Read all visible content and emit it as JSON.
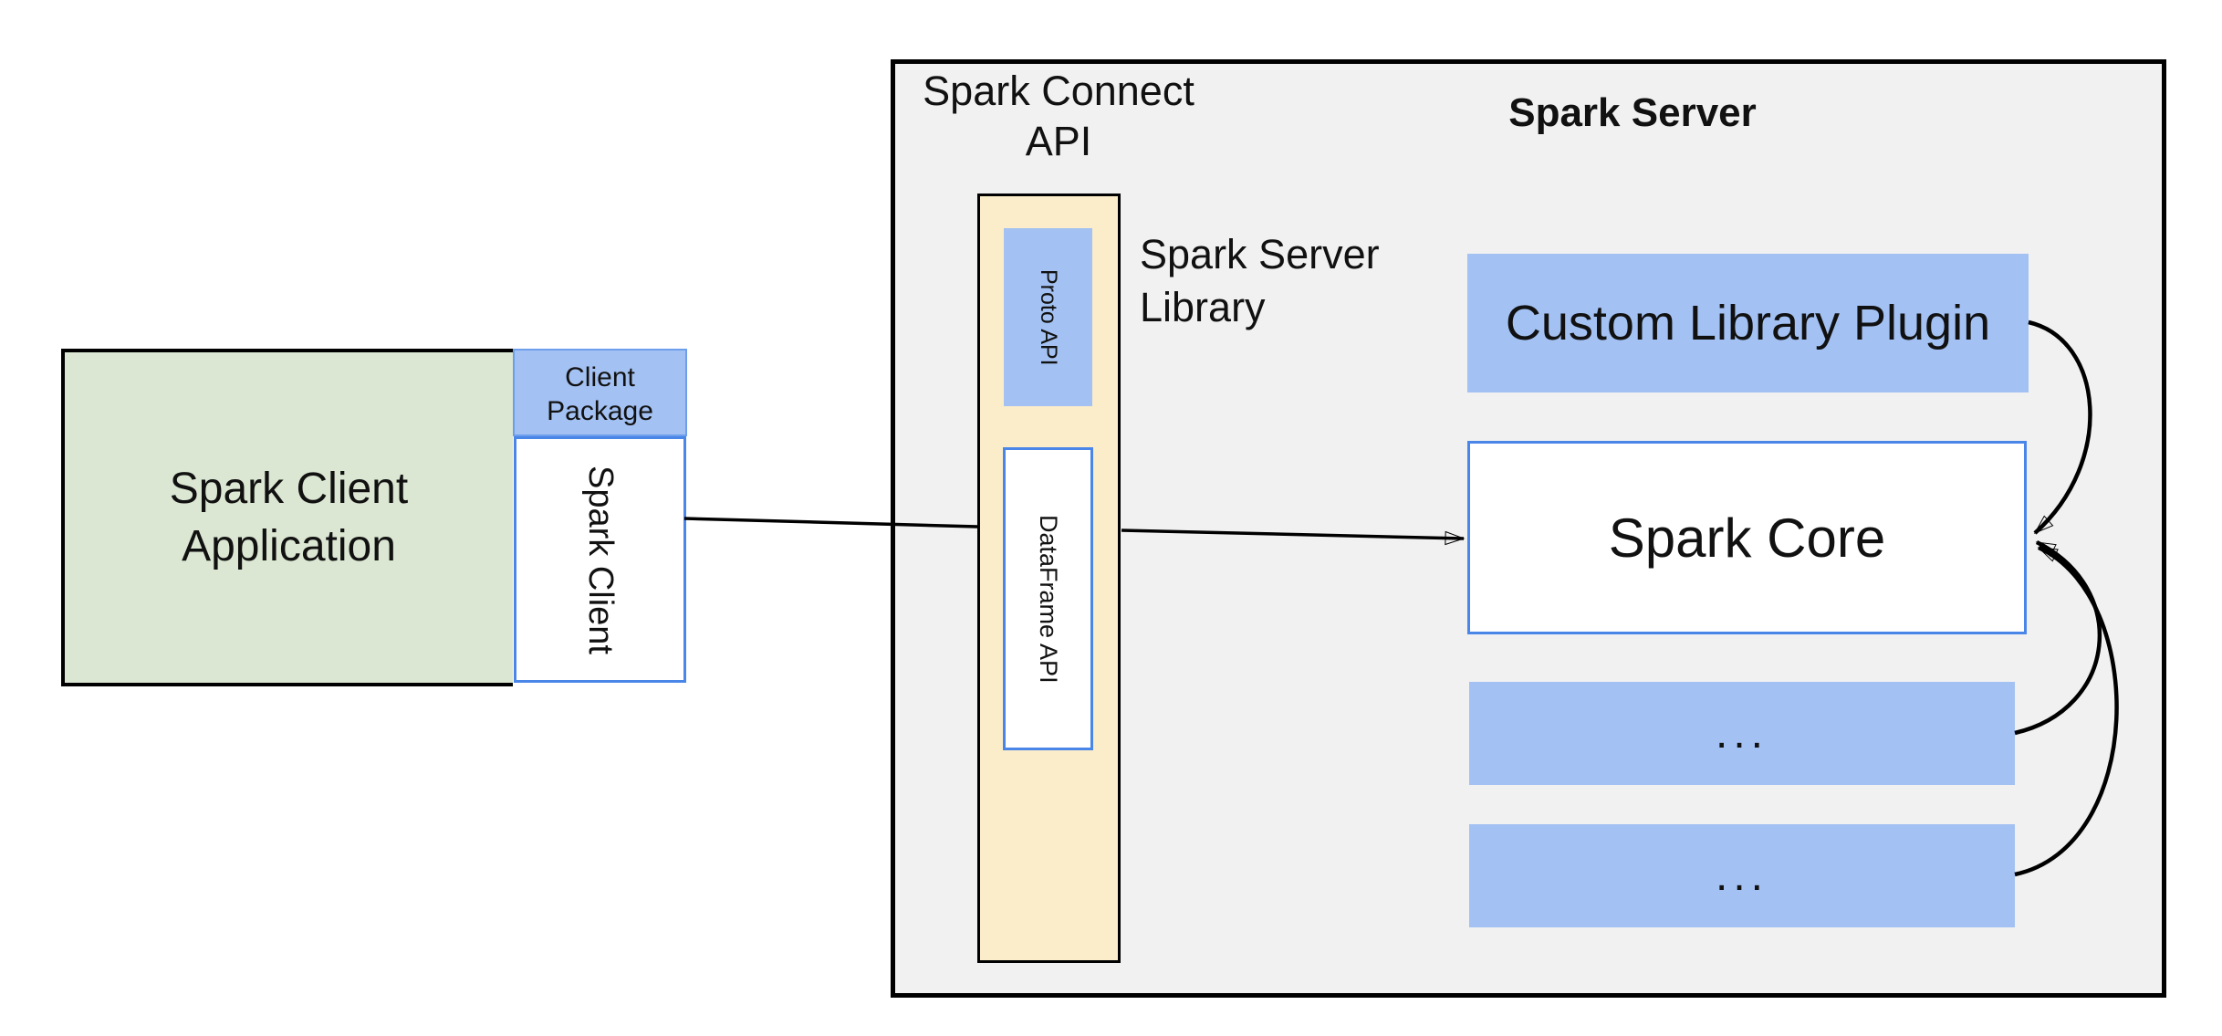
{
  "colors": {
    "canvas-bg": "#ffffff",
    "server-bg": "#f1f1f2",
    "green-fill": "#dbe7d2",
    "blue-fill": "#a3c1f2",
    "yellow-fill": "#fcedca",
    "blue-border": "#4a86e8",
    "package-border": "#6d9eeb",
    "line-color": "#000000",
    "text-color": "#111111"
  },
  "client_group": {
    "application": {
      "line1": "Spark Client",
      "line2": "Application"
    },
    "package": {
      "line1": "Client",
      "line2": "Package"
    },
    "spark_client": "Spark Client"
  },
  "connect_api": {
    "line1": "Spark Connect",
    "line2": "API"
  },
  "server": {
    "title": "Spark Server",
    "library_label": {
      "line1": "Spark Server",
      "line2": "Library"
    },
    "proto_api": "Proto API",
    "dataframe_api": "DataFrame API",
    "plugin": "Custom Library Plugin",
    "core": "Spark Core",
    "more_box_1": "...",
    "more_box_2": "..."
  }
}
